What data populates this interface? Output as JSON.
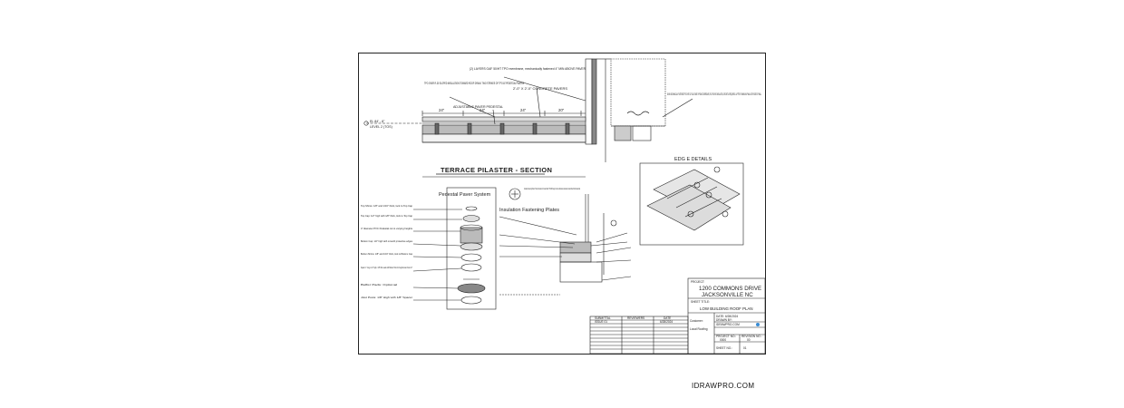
{
  "sections": {
    "terrace_title": "TERRACE PILASTER - SECTION",
    "pedestal_title": "Pedestal Paver System",
    "insulation_title": "Insulation Fastening Plates",
    "edge_title": "EDG E DETAILS"
  },
  "level": {
    "el": "EL 84' - 8\"",
    "name": "LEVEL 2 (TOS)"
  },
  "terrace_notes": {
    "gaf": "(2) LAYERS GAF 50/HT TPO membrane, mechanically fastened 4\" MIN ABOVE PAVER",
    "tpo": "TPO OVER R-30 SLOPED INSULATION TOWARD ROOF DRAIN. TWO STRIKES OF TPO AT PEDESTAL PAVERS",
    "concrete": "2'-0\" X 2'-0\" CONCRETE PAVERS",
    "adjustable": "ADJUSTABLE PAVER PEDESTAL",
    "right_note": "60 MIL MECHANICALLY FASTENED TPO OVER 1/2\" GLASS MAT GYPSUM COVERBOARD, R-30 POLYISO INSULATION, CRICKET AS REQUIRED. LAP TPO 8\" MINIMUM UP WALL BOTH SIDES OF WALL"
  },
  "dims": [
    "24\"",
    "24\"",
    "24\"",
    "20\""
  ],
  "pedestal_items": [
    "Top Shims: 1/8\" and 1/16\" thick, lock to Top Cap",
    "Top Cap: 1/2\" high with 1/8\" thick, lock to Top Cap",
    "4\" diameter PVC Pedestal cut to varying heights",
    "Bottom Cap: 1/2\" high with smooth protective edges",
    "Bottom Shims: 1/8\" and 1/16\" thick, lock to Bottom Cap",
    "Spacer: 1\" long x 1/2\" high x 1/8\" thick used with Bottom Shim for heights lower than 1/2\"",
    "Buffer Pads: Optional",
    "Joist Posts: 1/8\" High with 1/8\" Spacer"
  ],
  "insulation_note": "Insulation Fastening Plates 3\" Round Insulation for Coated Steel TYPE 3F Design Corrosion Resistance Galvalume Coated Steel Finish Galvanized",
  "title_block": {
    "project_label": "PROJECT:",
    "project_line1": "1200 COMMONS DRIVE",
    "project_line2": "JACKSONVILLE NC",
    "sheet_title_label": "SHEET TITLE:",
    "sheet_title": "LOW BUILDING ROOF PLAN",
    "customer_label": "Customer:",
    "local_label": "Local Roofing",
    "date_label": "DATE:",
    "date_value": "6/28/2024",
    "drawn_label": "DRAWN BY:",
    "drawn_value": "IDRAWPRO.COM",
    "project_no_label": "PROJECT NO.:",
    "project_no": "0000",
    "revision_label": "REVISION NO.:",
    "revision_value": "00",
    "sheet_no_label": "SHEET NO.:",
    "sheet_no": "01"
  },
  "revision_table": {
    "headers": [
      "SUBMITTAL",
      "REVIEWERS",
      "DATE"
    ],
    "first_row": [
      "ISSUE 01",
      "",
      "6/28/2024"
    ]
  },
  "footer": "IDRAWPRO.COM"
}
